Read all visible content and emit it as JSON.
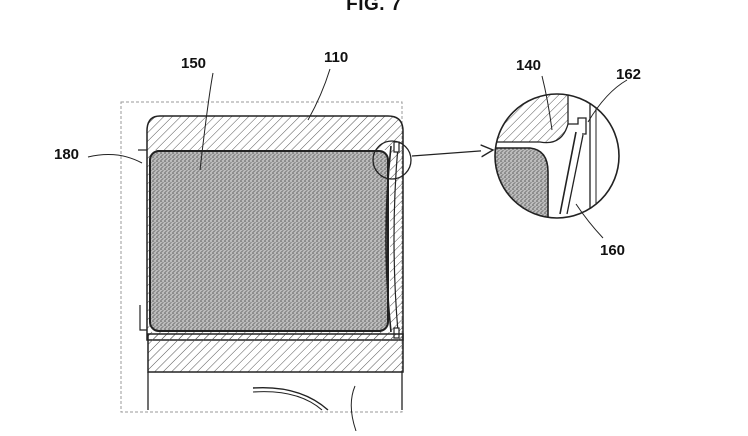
{
  "figure": {
    "title": "FIG. 7",
    "labels": {
      "l110": "110",
      "l150": "150",
      "l180": "180",
      "l140": "140",
      "l162": "162",
      "l160": "160"
    }
  },
  "colors": {
    "line": "#222222",
    "hatch": "#555555",
    "dashed": "#9a9a9a"
  }
}
